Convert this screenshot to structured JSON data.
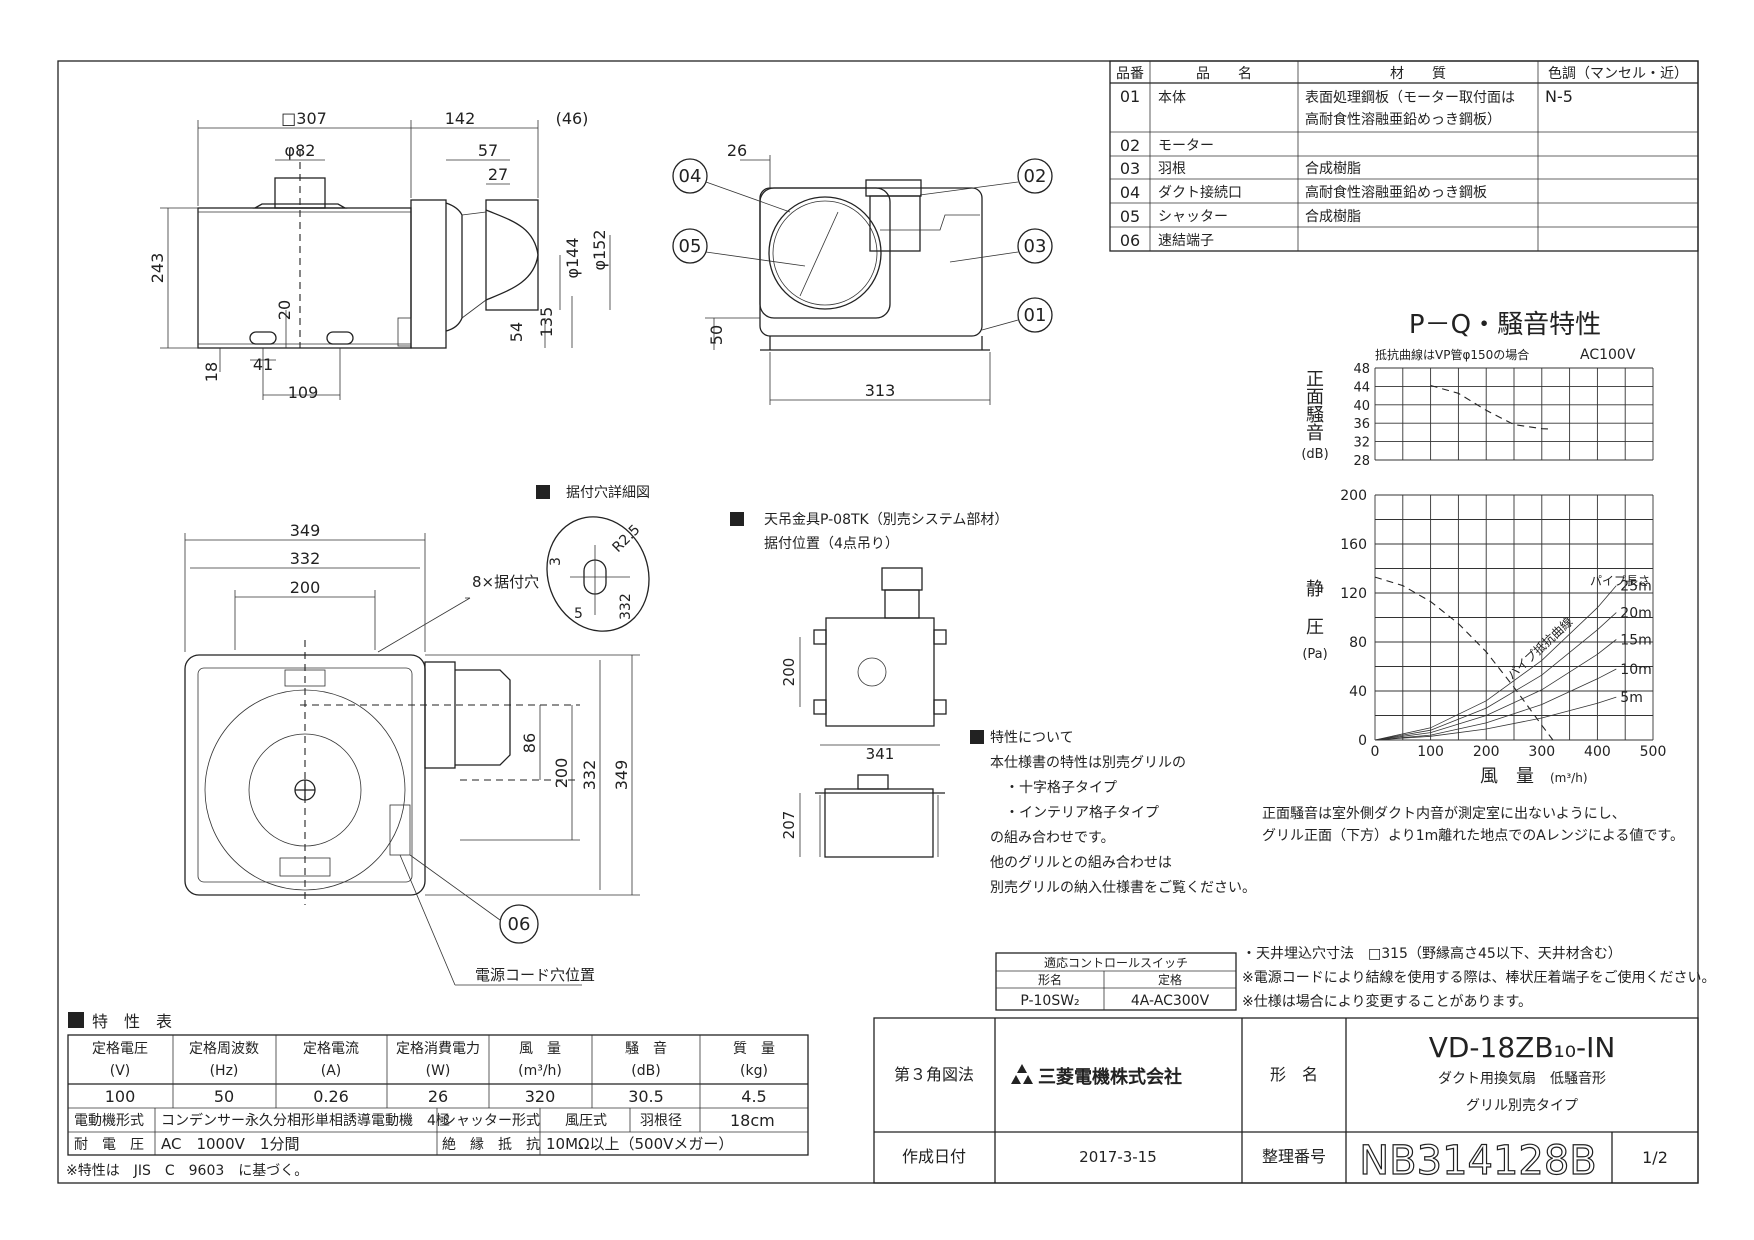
{
  "parts_table": {
    "headers": [
      "品番",
      "品　　名",
      "材　　質",
      "色調（マンセル・近）"
    ],
    "rows": [
      {
        "no": "01",
        "name": "本体",
        "material": [
          "表面処理鋼板（モーター取付面は",
          "高耐食性溶融亜鉛めっき鋼板）"
        ],
        "color": "N-5"
      },
      {
        "no": "02",
        "name": "モーター",
        "material": [
          ""
        ],
        "color": ""
      },
      {
        "no": "03",
        "name": "羽根",
        "material": [
          "合成樹脂"
        ],
        "color": ""
      },
      {
        "no": "04",
        "name": "ダクト接続口",
        "material": [
          "高耐食性溶融亜鉛めっき鋼板"
        ],
        "color": ""
      },
      {
        "no": "05",
        "name": "シャッター",
        "material": [
          "合成樹脂"
        ],
        "color": ""
      },
      {
        "no": "06",
        "name": "速結端子",
        "material": [
          ""
        ],
        "color": ""
      }
    ]
  },
  "side_view": {
    "dims": [
      "□307",
      "142",
      "(46)",
      "φ82",
      "57",
      "27",
      "243",
      "φ144",
      "φ152",
      "20",
      "54",
      "135",
      "18",
      "41",
      "109"
    ]
  },
  "front_view": {
    "dims": [
      "26",
      "50",
      "313"
    ],
    "callouts": [
      "04",
      "05",
      "02",
      "03",
      "01"
    ]
  },
  "bottom_view": {
    "dims": [
      "349",
      "332",
      "200",
      "86",
      "200",
      "332",
      "349"
    ],
    "hole_label": "8×据付穴",
    "callout": "06",
    "cord_label": "電源コード穴位置"
  },
  "detail": {
    "title": "据付穴詳細図",
    "dims": [
      "R2.5",
      "3",
      "5",
      "332"
    ]
  },
  "hanger": {
    "title": "天吊金具P-08TK（別売システム部材）",
    "subtitle": "据付位置（4点吊り）",
    "dims": [
      "200",
      "341",
      "207"
    ]
  },
  "features": {
    "title": "特性について",
    "lines": [
      "本仕様書の特性は別売グリルの",
      "・十字格子タイプ",
      "・インテリア格子タイプ",
      "の組み合わせです。",
      "他のグリルとの組み合わせは",
      "別売グリルの納入仕様書をご覧ください。"
    ]
  },
  "pq_chart": {
    "title": "P－Q・騒音特性",
    "note_left": "抵抗曲線はVP管φ150の場合",
    "note_right": "AC100V",
    "noise_axis_label": [
      "正",
      "面",
      "騒",
      "音"
    ],
    "noise_unit": "(dB)",
    "noise_ticks": [
      "48",
      "44",
      "40",
      "36",
      "32",
      "28"
    ],
    "pressure_axis_label": [
      "静",
      "圧"
    ],
    "pressure_unit": "(Pa)",
    "pressure_ticks": [
      "200",
      "160",
      "120",
      "80",
      "40",
      "0"
    ],
    "x_ticks": [
      "0",
      "100",
      "200",
      "300",
      "400",
      "500"
    ],
    "x_label": "風　量",
    "x_unit": "(m³/h)",
    "pipe_label": "パイプ長さ",
    "resist_label": "パイプ抵抗曲線",
    "pipe_lengths": [
      "25m",
      "20m",
      "15m",
      "10m",
      "5m"
    ],
    "notes": [
      "正面騒音は室外側ダクト内音が測定室に出ないようにし、",
      "グリル正面（下方）より1m離れた地点でのAレンジによる値です。"
    ]
  },
  "chart_data": {
    "type": "line",
    "title": "P－Q・騒音特性",
    "xlabel": "風　量 (m³/h)",
    "xlim": [
      0,
      500
    ],
    "panels": [
      {
        "ylabel": "正面騒音 (dB)",
        "ylim": [
          28,
          48
        ],
        "series": [
          {
            "name": "",
            "x": [
              100,
              150,
              200,
              250,
              300,
              320
            ],
            "y": [
              44.2,
              42.5,
              38.8,
              35.7,
              34.8,
              34.7
            ]
          }
        ]
      },
      {
        "ylabel": "静圧 (Pa)",
        "ylim": [
          0,
          200
        ],
        "series": [
          {
            "name": "",
            "x": [
              0,
              50,
              100,
              150,
              200,
              250,
              300,
              320
            ],
            "y": [
              133,
              126,
              113,
              95,
              72,
              43,
              12,
              0
            ]
          },
          {
            "name": "25m",
            "x": [
              0,
              100,
              200,
              300,
              400,
              434
            ],
            "y": [
              0,
              10,
              32,
              65,
              108,
              126
            ]
          },
          {
            "name": "20m",
            "x": [
              0,
              100,
              200,
              300,
              400,
              434
            ],
            "y": [
              0,
              8,
              26,
              53,
              90,
              104
            ]
          },
          {
            "name": "15m",
            "x": [
              0,
              100,
              200,
              300,
              400,
              434
            ],
            "y": [
              0,
              6,
              20,
              41,
              70,
              82
            ]
          },
          {
            "name": "10m",
            "x": [
              0,
              100,
              200,
              300,
              400,
              434
            ],
            "y": [
              0,
              4,
              14,
              29,
              50,
              58
            ]
          },
          {
            "name": "5m",
            "x": [
              0,
              100,
              200,
              300,
              400,
              434
            ],
            "y": [
              0,
              3,
              9,
              18,
              30,
              35
            ]
          }
        ]
      }
    ],
    "grid": true
  },
  "switch_table": {
    "title": "適応コントロールスイッチ",
    "headers": [
      "形名",
      "定格"
    ],
    "row": [
      "P-10SW₂",
      "4A-AC300V"
    ]
  },
  "notes": [
    "・天井埋込穴寸法　□315（野縁高さ45以下、天井材含む）",
    "※電源コードにより結線を使用する際は、棒状圧着端子をご使用ください。",
    "※仕様は場合により変更することがあります。"
  ],
  "spec": {
    "title": "特　性　表",
    "headers": [
      "定格電圧",
      "定格周波数",
      "定格電流",
      "定格消費電力",
      "風　量",
      "騒　音",
      "質　量"
    ],
    "units": [
      "(V)",
      "(Hz)",
      "(A)",
      "(W)",
      "(m³/h)",
      "(dB)",
      "(kg)"
    ],
    "values": [
      "100",
      "50",
      "0.26",
      "26",
      "320",
      "30.5",
      "4.5"
    ],
    "motor_label": "電動機形式",
    "motor_value": "コンデンサー永久分相形単相誘導電動機　4極",
    "shutter_label": "シャッター形式",
    "shutter_value": "風圧式",
    "blade_label": "羽根径",
    "blade_value": "18cm",
    "voltage_label": "耐　電　圧",
    "voltage_value": "AC　1000V　1分間",
    "insulation_label": "絶　縁　抵　抗",
    "insulation_value": "10MΩ以上（500Vメガー）",
    "footnote": "※特性は　JIS　C　9603　に基づく。"
  },
  "title_block": {
    "projection": "第３角図法",
    "company": "三菱電機株式会社",
    "model_label": "形　名",
    "model": "VD-18ZB₁₀-IN",
    "desc1": "ダクト用換気扇　低騒音形",
    "desc2": "グリル別売タイプ",
    "date_label": "作成日付",
    "date": "2017-3-15",
    "number_label": "整理番号",
    "number": "NB314128B",
    "sheet": "1/2"
  }
}
